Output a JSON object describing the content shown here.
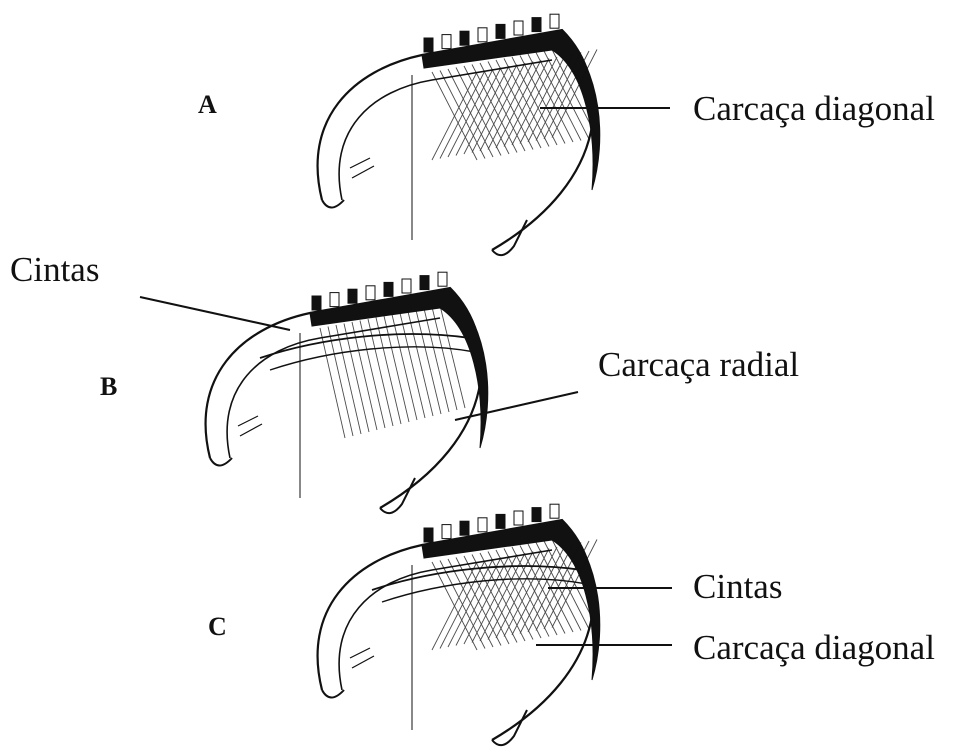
{
  "diagram": {
    "letters": {
      "a": "A",
      "b": "B",
      "c": "C"
    },
    "labels": {
      "a_carcass": "Carcaça diagonal",
      "b_belts": "Cintas",
      "b_carcass": "Carcaça radial",
      "c_belts": "Cintas",
      "c_carcass": "Carcaça diagonal"
    },
    "colors": {
      "ink": "#111111",
      "paper": "#ffffff"
    }
  }
}
